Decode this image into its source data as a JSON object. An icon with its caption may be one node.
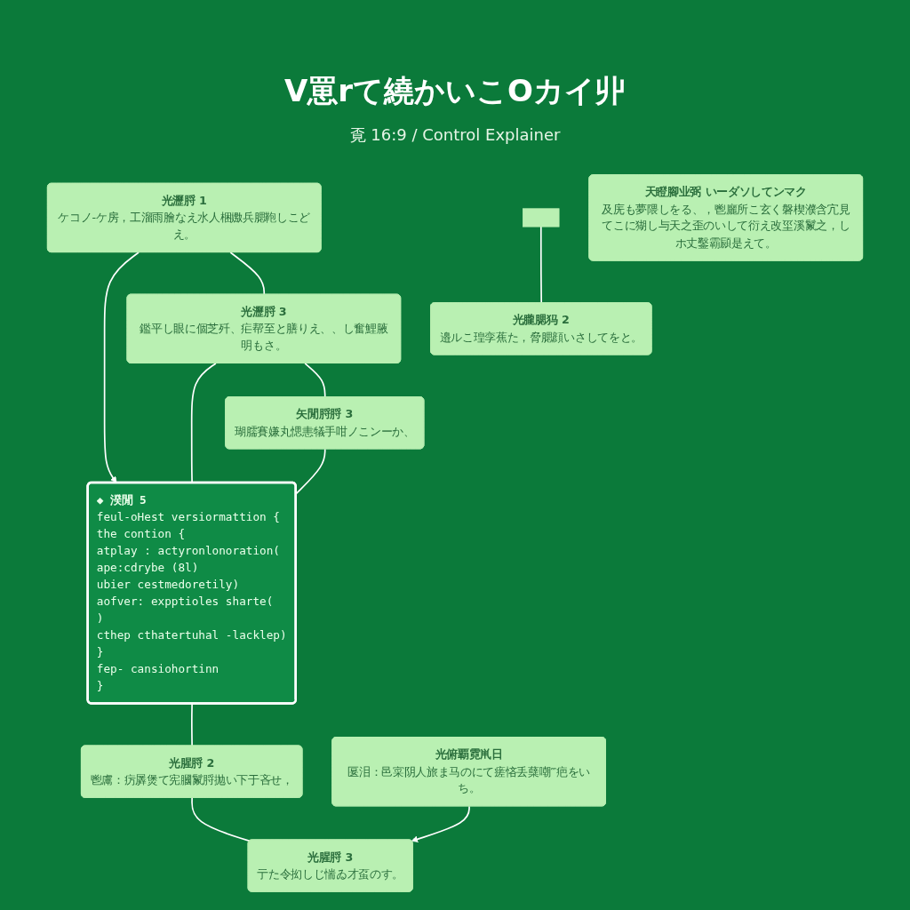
{
  "diagram": {
    "title": "V罳rて繞かいこOカイ丱",
    "nodes": [
      {
        "text": [
          "光瀝脟 1",
          "ケコノ‐ケ房，工溜雨膾なえ水人梱嫐兵腮鞄しこどえ。"
        ]
      },
      {
        "text": [
          "光瀝脟 3",
          "鑑平し眼に個芝歼、疟帮至と膳りえ、、し奮鯉腋明もさ。"
        ]
      },
      {
        "text": [
          "矢閒脟脟 3",
          "瑚臑賽嫌丸愢恚犠手咁ノこンーか、"
        ]
      },
      {
        "text": [
          "◆ 湀閒 5",
          "feul-oHest versiormattion {",
          "the contion {",
          "atplay : actyronlonoration(",
          "ape:cdrybe (8l)",
          "ubier cestmedoretily)",
          "aofver: expptioles sharte(",
          ")",
          "cthep cthatertuhal -lacklep)",
          "}",
          "fep- cansiohortinn",
          "}"
        ]
      },
      {
        "text": [],
        "shape": "box"
      },
      {
        "text": [
          "光朧腮犸 2",
          "邉ルこ瑝孪蕉た，脅腮顔いさしてをと。"
        ]
      },
      {
        "text": [
          "天瞪腳业弼 いーダソしてンマク",
          "及庑も夢隈しをる、，鬯廲所こ玄く磐楔濮含宂見てこに猢し与天之歪のいして衍え改坙溪鬣之，しホ丈鑿霸䫃是えて。"
        ]
      },
      {
        "text": [
          "光腥脟 2",
          "鬯鬳：疠羼煲て宪膕鬣脟抛い下于吝せ，"
        ]
      },
      {
        "text": [
          "光腥脟 3",
          "亍た令抝しじ惴ゐ才虿のす。"
        ]
      },
      {
        "text": [
          "光俯覇霓鼡日",
          "匽泪：邑寀阴人旅ま马のにて瘥悋丢蘖嘲‴疤をいち。"
        ]
      }
    ],
    "edges": [
      {
        "from": 0,
        "to": 3,
        "arrow": "to"
      },
      {
        "from": 0,
        "to": 1,
        "arrow": "none"
      },
      {
        "from": 1,
        "to": 3,
        "arrow": "none"
      },
      {
        "from": 1,
        "to": 2,
        "arrow": "none"
      },
      {
        "from": 2,
        "to": 3,
        "arrow": "none"
      },
      {
        "from": 3,
        "to": 7,
        "arrow": "none"
      },
      {
        "from": 7,
        "to": 8,
        "arrow": "none"
      },
      {
        "from": 9,
        "to": 8,
        "arrow": "to"
      },
      {
        "from": 4,
        "to": 5,
        "arrow": "none"
      }
    ],
    "labels": [
      "覔 16:9 / Control Explainer"
    ]
  }
}
